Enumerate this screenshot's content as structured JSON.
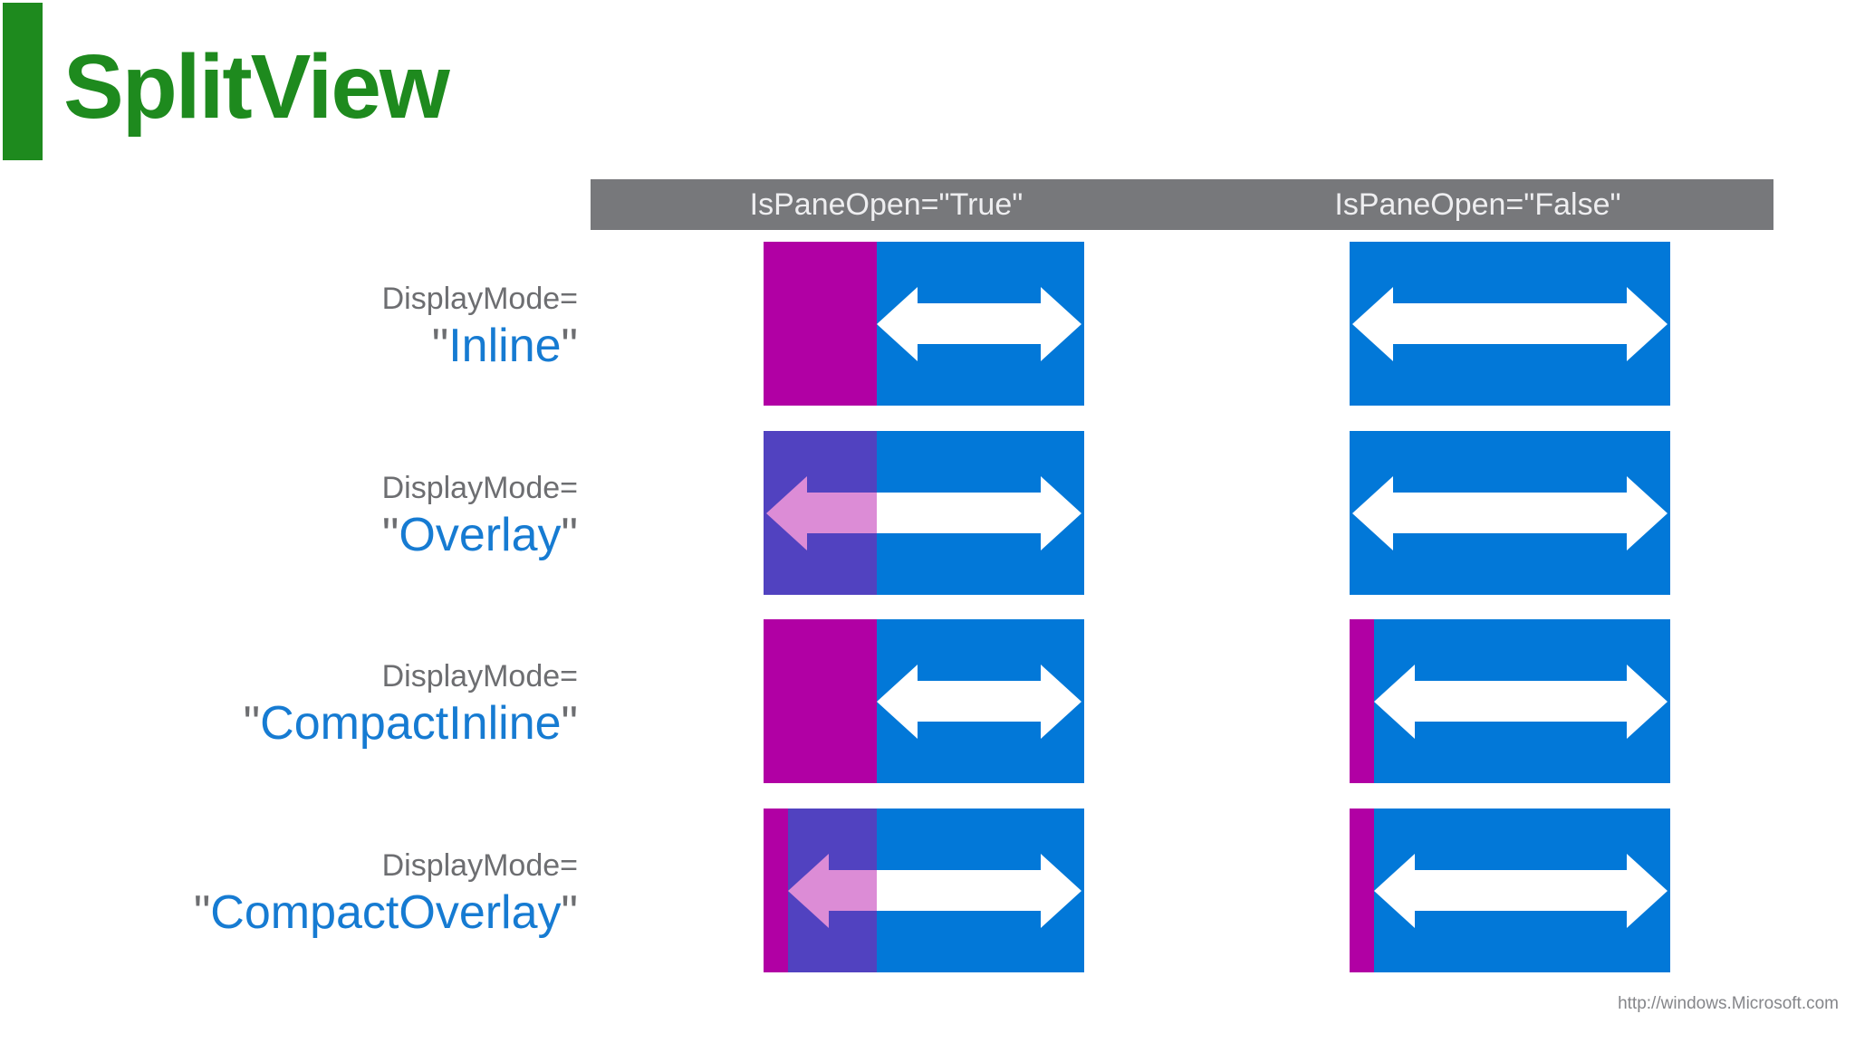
{
  "page": {
    "title": "SplitView",
    "footer_url": "http://windows.Microsoft.com"
  },
  "matrix": {
    "column_headers": [
      {
        "key": "pane_open_true",
        "label": "IsPaneOpen=\"True\""
      },
      {
        "key": "pane_open_false",
        "label": "IsPaneOpen=\"False\""
      }
    ],
    "rows": [
      {
        "property": "DisplayMode=",
        "quote": "\"",
        "value": "Inline",
        "cells": {
          "true": {
            "pane": "solid-open",
            "arrow_from": "pane-edge"
          },
          "false": {
            "pane": "none",
            "arrow_from": "box-left"
          }
        }
      },
      {
        "property": "DisplayMode=",
        "quote": "\"",
        "value": "Overlay",
        "cells": {
          "true": {
            "pane": "overlay-open",
            "arrow_from": "box-left"
          },
          "false": {
            "pane": "none",
            "arrow_from": "box-left"
          }
        }
      },
      {
        "property": "DisplayMode=",
        "quote": "\"",
        "value": "CompactInline",
        "cells": {
          "true": {
            "pane": "solid-open",
            "arrow_from": "pane-edge"
          },
          "false": {
            "pane": "compact-strip",
            "arrow_from": "strip-edge"
          }
        }
      },
      {
        "property": "DisplayMode=",
        "quote": "\"",
        "value": "CompactOverlay",
        "cells": {
          "true": {
            "pane": "compact-strip-plus-overlay",
            "arrow_from": "strip-edge"
          },
          "false": {
            "pane": "compact-strip",
            "arrow_from": "strip-edge"
          }
        }
      }
    ]
  },
  "icons": {
    "content_area_arrow": "double-headed-horizontal-resize-arrow"
  },
  "colors": {
    "accent_green": "#1e8a1e",
    "content_blue": "#0278d8",
    "pane_magenta": "#b100a4",
    "pane_overlay_rgba": "rgba(177,0,164,0.45)",
    "header_bar_gray": "#77787b",
    "header_text": "#eeeef0",
    "label_gray": "#6d6e71",
    "value_blue": "#167bd2",
    "footer_gray": "#85868a"
  }
}
